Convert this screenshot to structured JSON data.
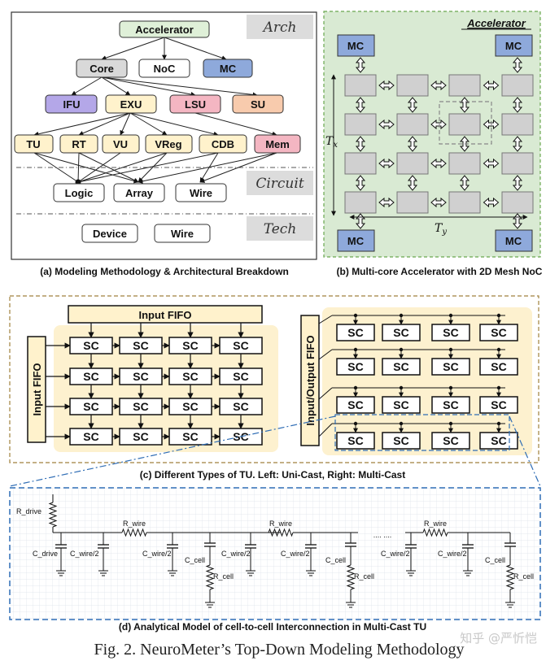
{
  "panel_a": {
    "nodes": {
      "accelerator": "Accelerator",
      "core": "Core",
      "noc": "NoC",
      "mc": "MC",
      "ifu": "IFU",
      "exu": "EXU",
      "lsu": "LSU",
      "su": "SU",
      "tu": "TU",
      "rt": "RT",
      "vu": "VU",
      "vreg": "VReg",
      "cdb": "CDB",
      "mem": "Mem",
      "logic": "Logic",
      "array": "Array",
      "wire_circuit": "Wire",
      "device": "Device",
      "wire_tech": "Wire"
    },
    "levels": {
      "arch": "Arch",
      "circuit": "Circuit",
      "tech": "Tech"
    },
    "caption": "(a) Modeling Methodology & Architectural Breakdown"
  },
  "panel_b": {
    "title": "Accelerator",
    "mc_label": "MC",
    "tx": "T",
    "tx_sub": "x",
    "ty": "T",
    "ty_sub": "y",
    "caption": "(b) Multi-core Accelerator with 2D Mesh NoC"
  },
  "panel_c": {
    "input_fifo_top": "Input FIFO",
    "input_fifo_left": "Input FIFO",
    "io_fifo": "Input/Output FIFO",
    "sc_label": "SC",
    "caption": "(c) Different Types of TU. Left: Uni-Cast, Right: Multi-Cast"
  },
  "panel_d": {
    "r_drive": "R_drive",
    "r_wire": "R_wire",
    "c_drive": "C_drive",
    "c_wire2": "C_wire/2",
    "c_cell": "C_cell",
    "r_cell": "R_cell",
    "dots": ".... ....",
    "caption": "(d) Analytical Model of cell-to-cell Interconnection in Multi-Cast TU"
  },
  "figure_caption": "Fig. 2.  NeuroMeter’s Top-Down Modeling Methodology",
  "watermark": "知乎 @严忻恺",
  "colors": {
    "green_node": "#dff0d8",
    "gray_node": "#d9d9d9",
    "blue_node": "#8ea9db",
    "purple_node": "#b4a7e8",
    "yellow_node": "#fff2cc",
    "pink_node": "#f4b6c2",
    "orange_node": "#f8cbad",
    "panel_b_bg": "#d9ead3",
    "tu_bg": "#fdf1cf",
    "dashed_blue": "#2f6db5"
  }
}
